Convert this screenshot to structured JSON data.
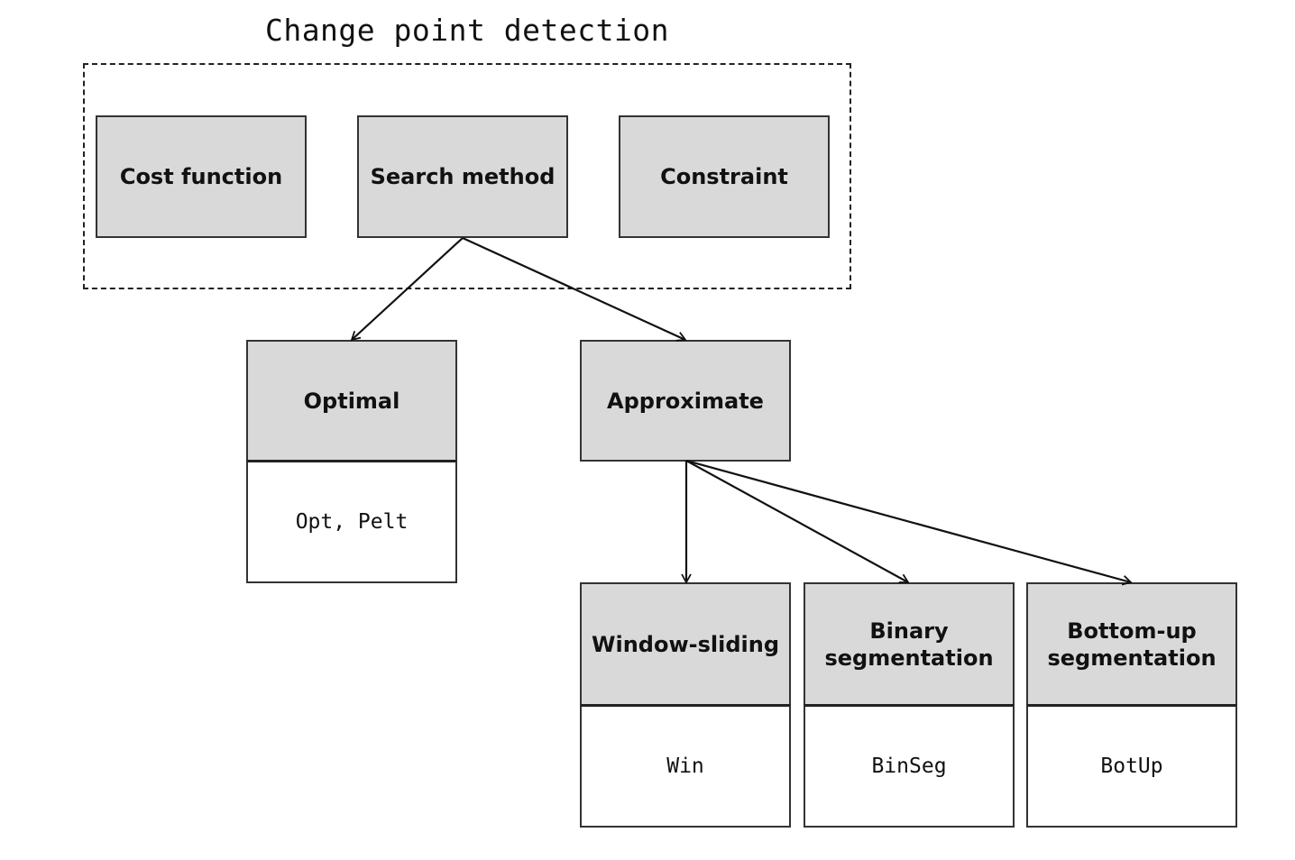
{
  "title": "Change point detection",
  "components": {
    "cost_function": "Cost function",
    "search_method": "Search method",
    "constraint": "Constraint"
  },
  "search_types": {
    "optimal": {
      "label": "Optimal",
      "methods": "Opt, Pelt"
    },
    "approximate": {
      "label": "Approximate"
    }
  },
  "approximate_methods": {
    "window_sliding": {
      "label": "Window-sliding",
      "code": "Win"
    },
    "binary_segmentation": {
      "line1": "Binary",
      "line2": "segmentation",
      "code": "BinSeg"
    },
    "bottom_up_segmentation": {
      "line1": "Bottom-up",
      "line2": "segmentation",
      "code": "BotUp"
    }
  },
  "colors": {
    "node_fill": "#d9d9d9",
    "border": "#333333",
    "edge": "#111111"
  }
}
